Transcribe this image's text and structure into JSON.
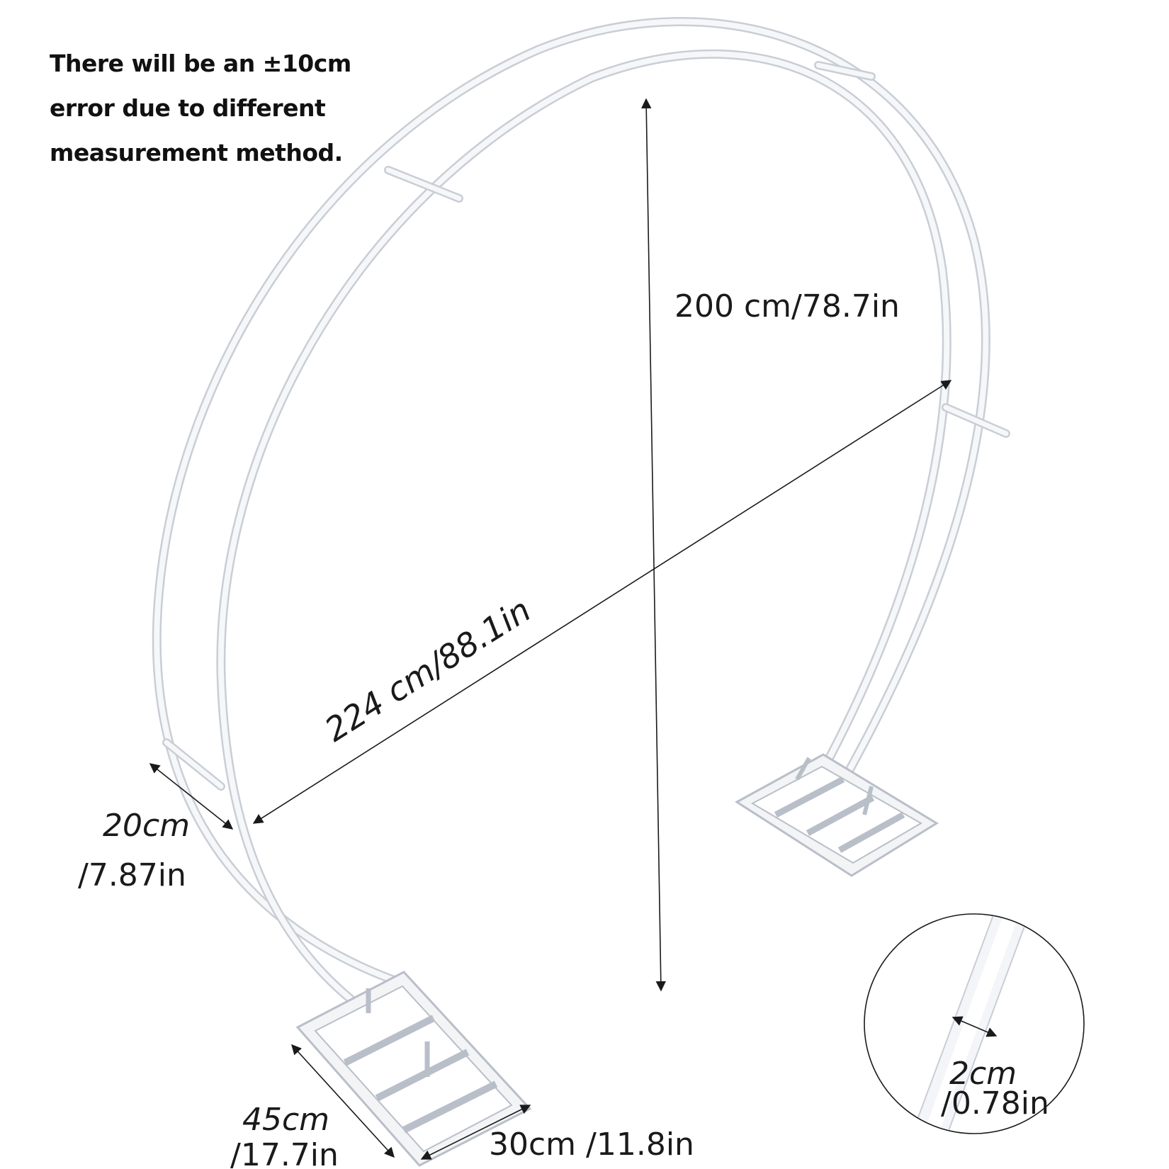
{
  "note": {
    "lines": [
      "There will be an ±10cm",
      "error due to different",
      "measurement method."
    ]
  },
  "dimensions": {
    "height": "200 cm/78.7in",
    "width": "224 cm/88.1in",
    "depth_value": "20cm",
    "depth_inch": "/7.87in",
    "base_length_value": "45cm",
    "base_length_inch": "/17.7in",
    "base_width": "30cm /11.8in",
    "tube_value": "2cm",
    "tube_inch": "/0.78in"
  },
  "colors": {
    "frame": "#f6f7f9",
    "frame_outline": "#c9ced6",
    "dimension_line": "#1a1a1a"
  }
}
